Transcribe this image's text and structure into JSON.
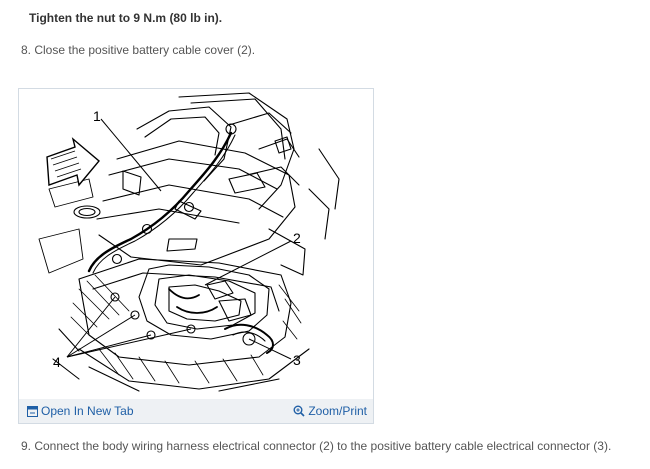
{
  "instructions": {
    "note": "Tighten the nut to 9 N.m (80 lb in).",
    "step8": "8. Close the positive battery cable cover (2).",
    "step9": "9. Connect the body wiring harness electrical connector (2) to the positive battery cable electrical connector (3)."
  },
  "figure": {
    "callouts": [
      "1",
      "2",
      "3",
      "4"
    ],
    "toolbar": {
      "open_tab_label": "Open In New Tab",
      "zoom_print_label": "Zoom/Print",
      "open_tab_icon": "new-tab-icon",
      "zoom_icon": "magnifier-icon",
      "link_color": "#1f5fa6",
      "toolbar_bg": "#eef1f4"
    }
  }
}
